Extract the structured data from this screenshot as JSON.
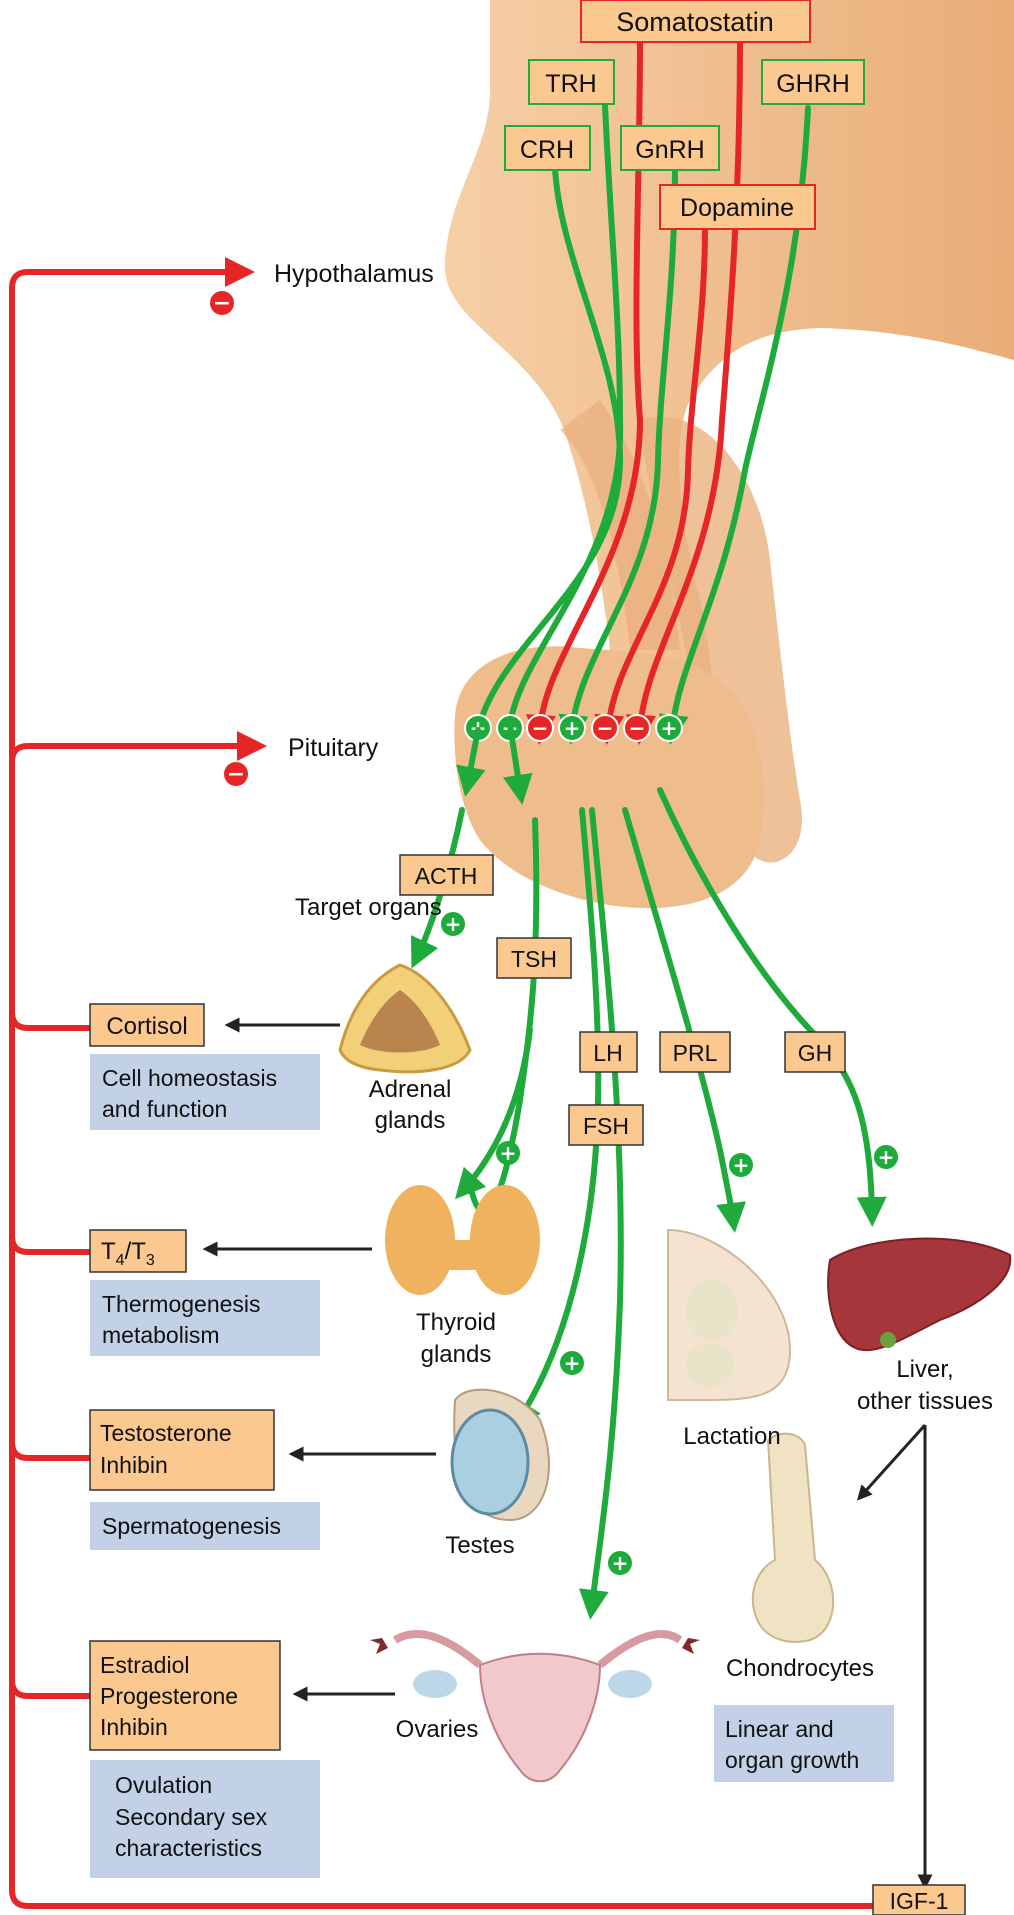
{
  "regions": {
    "hypothalamus": "Hypothalamus",
    "pituitary": "Pituitary",
    "target_organs": "Target organs"
  },
  "releasing_hormones": {
    "somatostatin": "Somatostatin",
    "trh": "TRH",
    "ghrh": "GHRH",
    "crh": "CRH",
    "gnrh": "GnRH",
    "dopamine": "Dopamine"
  },
  "pituitary_hormones": {
    "acth": "ACTH",
    "tsh": "TSH",
    "lh": "LH",
    "fsh": "FSH",
    "prl": "PRL",
    "gh": "GH"
  },
  "organs": {
    "adrenal": [
      "Adrenal",
      "glands"
    ],
    "thyroid": [
      "Thyroid",
      "glands"
    ],
    "testes": "Testes",
    "ovaries": "Ovaries",
    "lactation": "Lactation",
    "liver": [
      "Liver,",
      "other tissues"
    ],
    "chondrocytes": "Chondrocytes"
  },
  "outputs": {
    "cortisol": "Cortisol",
    "t4": "T",
    "t4_sub": "4",
    "t_sep": "/T",
    "t3_sub": "3",
    "testosterone": [
      "Testosterone",
      "Inhibin"
    ],
    "ovarian": [
      "Estradiol",
      "Progesterone",
      "Inhibin"
    ],
    "igf1": "IGF-1"
  },
  "effects": {
    "cortisol_effect": [
      "Cell homeostasis",
      "and function"
    ],
    "thyroid_effect": [
      "Thermogenesis",
      "metabolism"
    ],
    "testes_effect": "Spermatogenesis",
    "ovary_effect": [
      "Ovulation",
      "Secondary sex",
      "characteristics"
    ],
    "growth_effect": [
      "Linear and",
      "organ growth"
    ]
  },
  "signs": {
    "plus": "+",
    "minus": "−"
  },
  "colors": {
    "stimulatory": "#1faa3c",
    "inhibitory": "#e52526",
    "hormone_box_fill": "#fbc88f",
    "effect_box_fill": "#c3d1e6",
    "tissue": "#f2c194",
    "tissue_dark": "#e3a56f"
  }
}
